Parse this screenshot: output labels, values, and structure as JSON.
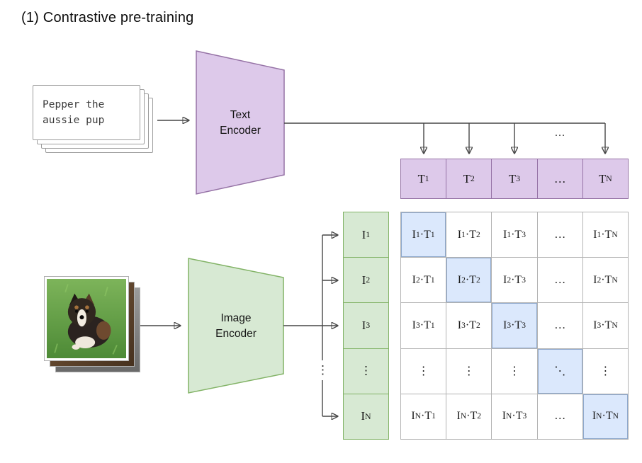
{
  "title": "(1) Contrastive pre-training",
  "colors": {
    "purple_fill": "#ddc9ea",
    "purple_border": "#9673a6",
    "green_fill": "#d7e9d3",
    "green_border": "#82b366",
    "blue_fill": "#dbe8fc",
    "blue_border": "#8ea8cc",
    "grid_border": "#b3b3b3",
    "arrow": "#464646"
  },
  "text_input": {
    "line1": "Pepper the",
    "line2": "aussie pup"
  },
  "text_encoder": {
    "line1": "Text",
    "line2": "Encoder"
  },
  "image_encoder": {
    "line1": "Image",
    "line2": "Encoder"
  },
  "connectors": {
    "top_ellipsis": "…",
    "branch_ellipsis": "⋮"
  },
  "text_embeddings": [
    "T_1",
    "T_2",
    "T_3",
    "…",
    "T_N"
  ],
  "image_embeddings": [
    "I_1",
    "I_2",
    "I_3",
    "⋮",
    "I_N"
  ],
  "matrix": {
    "rows": [
      [
        "I_1·T_1",
        "I_1·T_2",
        "I_1·T_3",
        "…",
        "I_1·T_N"
      ],
      [
        "I_2·T_1",
        "I_2·T_2",
        "I_2·T_3",
        "…",
        "I_2·T_N"
      ],
      [
        "I_3·T_1",
        "I_3·T_2",
        "I_3·T_3",
        "…",
        "I_3·T_N"
      ],
      [
        "⋮",
        "⋮",
        "⋮",
        "⋱",
        "⋮"
      ],
      [
        "I_N·T_1",
        "I_N·T_2",
        "I_N·T_3",
        "…",
        "I_N·T_N"
      ]
    ]
  }
}
